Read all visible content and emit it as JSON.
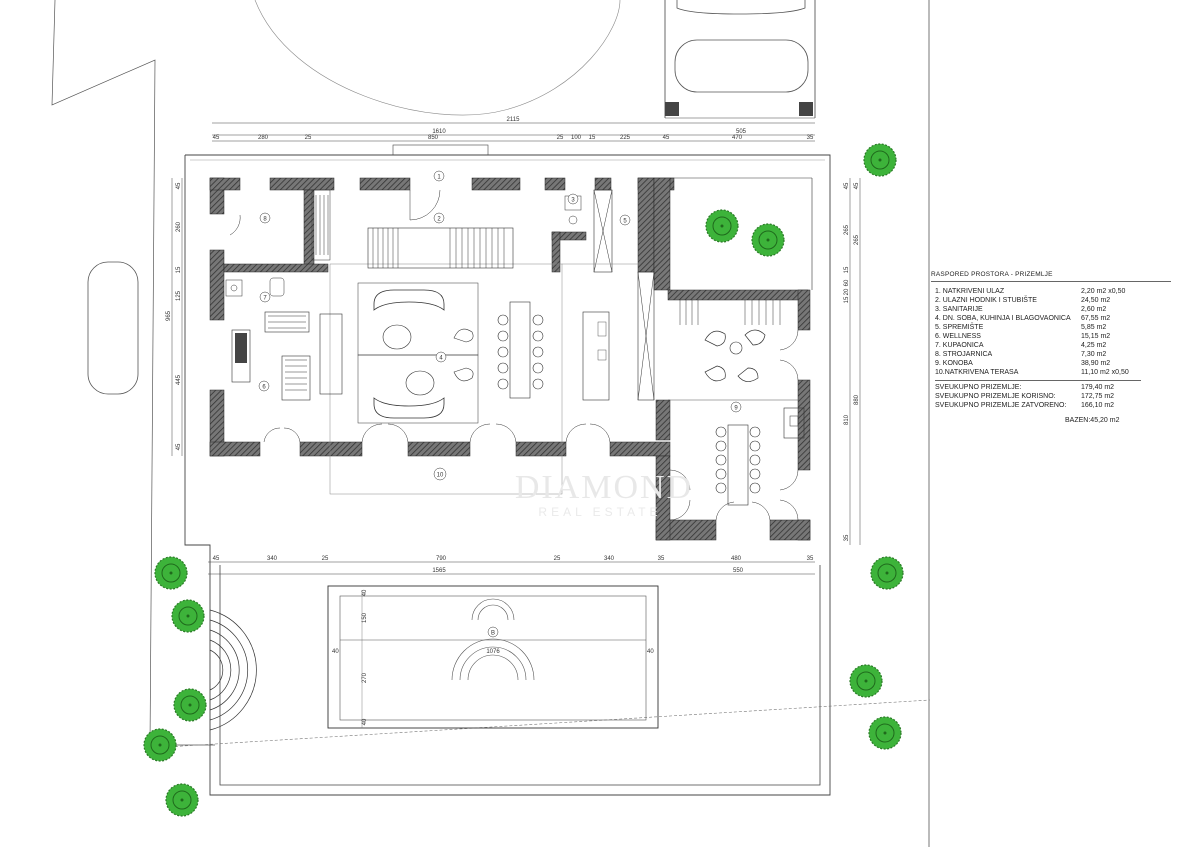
{
  "legend": {
    "title": "RASPORED PROSTORA - PRIZEMLJE",
    "rooms": [
      {
        "name": "1.  NATKRIVENI ULAZ",
        "value": "2,20  m2 x0,50"
      },
      {
        "name": "2.  ULAZNI HODNIK I STUBIŠTE",
        "value": "24,50  m2"
      },
      {
        "name": "3.  SANITARIJE",
        "value": "2,60  m2"
      },
      {
        "name": "4.  DN. SOBA, KUHINJA I BLAGOVAONICA",
        "value": "67,55  m2"
      },
      {
        "name": "5.  SPREMIŠTE",
        "value": "5,85  m2"
      },
      {
        "name": "6.  WELLNESS",
        "value": "15,15  m2"
      },
      {
        "name": "7.  KUPAONICA",
        "value": "4,25  m2"
      },
      {
        "name": "8.  STROJARNICA",
        "value": "7,30  m2"
      },
      {
        "name": "9.  KONOBA",
        "value": "38,90  m2"
      },
      {
        "name": "10.NATKRIVENA TERASA",
        "value": "11,10  m2 x0,50"
      }
    ],
    "totals": [
      {
        "name": "SVEUKUPNO PRIZEMLJE:",
        "value": "179,40  m2"
      },
      {
        "name": "SVEUKUPNO PRIZEMLJE KORISNO:",
        "value": "172,75  m2"
      },
      {
        "name": "SVEUKUPNO PRIZEMLJE ZATVORENO:",
        "value": "166,10  m2"
      }
    ],
    "pool": {
      "name": "BAZEN:",
      "value": "45,20  m2"
    }
  },
  "dims": {
    "top_total": "2115",
    "top_house": "1610",
    "top_car": "505",
    "top_segments": [
      "45",
      "280",
      "25",
      "850",
      "25",
      "100",
      "15",
      "225",
      "45",
      "470",
      "35"
    ],
    "pool_total": "1565",
    "pool_right": "550",
    "pool_segments": [
      "45",
      "340",
      "25",
      "790",
      "25",
      "340",
      "35",
      "480",
      "35"
    ],
    "left_total": "965",
    "left_segments": [
      "45",
      "260",
      "15",
      "125",
      "445",
      "45"
    ],
    "right_segments": [
      "45",
      "265",
      "15",
      "60",
      "20",
      "15",
      "810",
      "880",
      "35"
    ],
    "pool_inner_w": "1076",
    "pool_inner_side": "40",
    "pool_v": [
      "40",
      "150",
      "270",
      "40"
    ]
  },
  "room_numbers": [
    "1",
    "2",
    "3",
    "4",
    "5",
    "6",
    "7",
    "8",
    "9",
    "10",
    "B"
  ],
  "watermark": {
    "brand": "DIAMOND",
    "sub": "REAL ESTATE"
  }
}
